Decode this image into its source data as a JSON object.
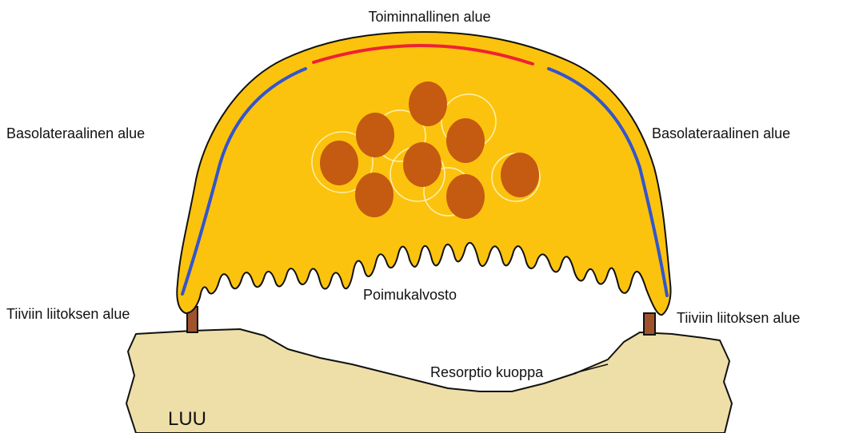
{
  "labels": {
    "apical": "Toiminnallinen alue",
    "basolateral_left": "Basolateraalinen alue",
    "basolateral_right": "Basolateraalinen alue",
    "ruffled_border": "Poimukalvosto",
    "tight_junction_left": "Tiiviin liitoksen alue",
    "tight_junction_right": "Tiiviin liitoksen alue",
    "resorption_pit": "Resorptio kuoppa",
    "bone": "LUU"
  },
  "colors": {
    "cell_fill": "#FCC30E",
    "bone_fill": "#EEDFA8",
    "nucleus_fill": "#C55A11",
    "nucleus_halo": "#FFF0B0",
    "apical_line": "#EE2233",
    "basolateral_line": "#3355CC",
    "junction_fill": "#A0522D",
    "outline": "#111111"
  }
}
